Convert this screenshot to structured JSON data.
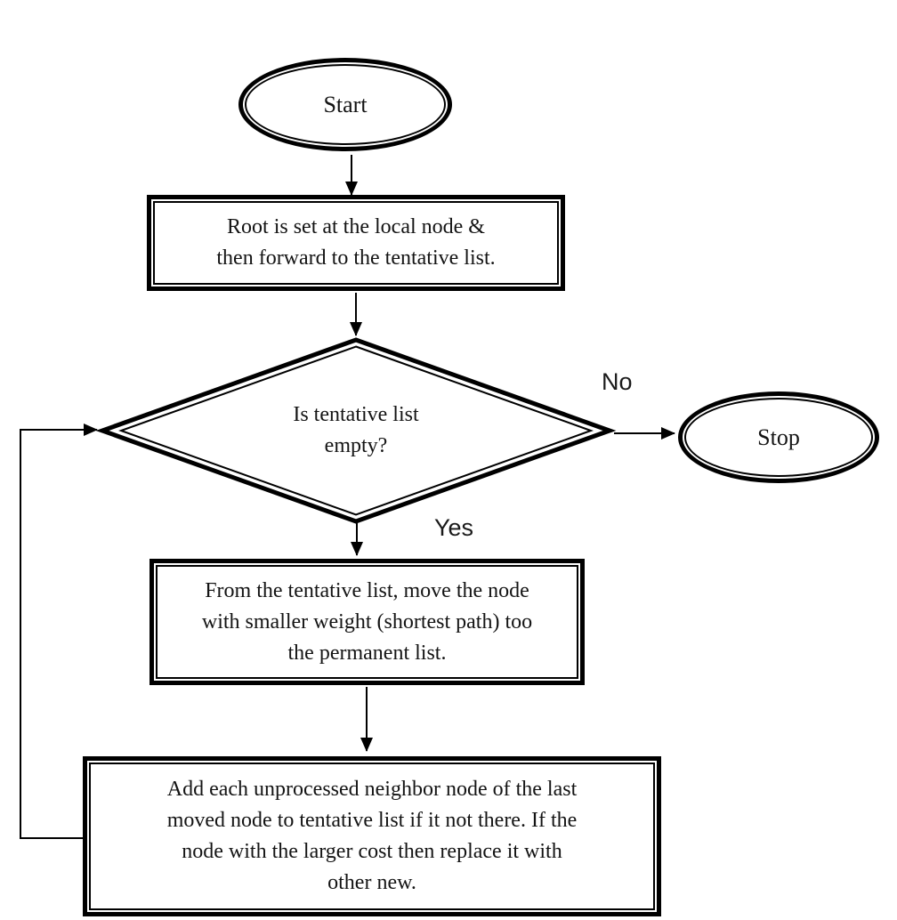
{
  "diagram": {
    "colors": {
      "stroke": "#000000",
      "text": "#141414",
      "background": "#ffffff"
    },
    "nodes": {
      "start": {
        "type": "terminator",
        "label": "Start"
      },
      "init": {
        "type": "process",
        "lines": [
          "Root is set at the local node &",
          "then forward to the tentative list."
        ]
      },
      "decision": {
        "type": "decision",
        "lines": [
          "Is tentative list",
          "empty?"
        ]
      },
      "stop": {
        "type": "terminator",
        "label": "Stop"
      },
      "move": {
        "type": "process",
        "lines": [
          "From the tentative list, move the node",
          "with smaller weight (shortest path) too",
          "the permanent list."
        ]
      },
      "add": {
        "type": "process",
        "lines": [
          "Add each unprocessed neighbor node of the last",
          "moved node to tentative list if it not there. If the",
          "node with the larger cost then replace it with",
          "other new."
        ]
      }
    },
    "edges": {
      "no_label": "No",
      "yes_label": "Yes"
    }
  }
}
